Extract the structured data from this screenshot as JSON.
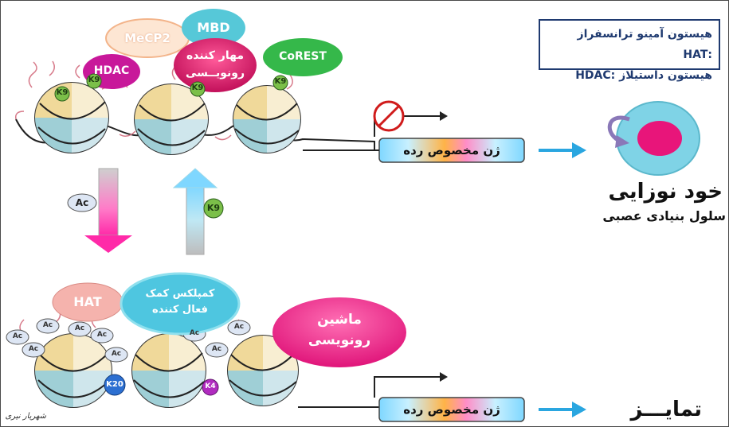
{
  "legend": {
    "hat_line": "هیستون آمینو ترانسفراز :HAT",
    "hdac_line": "هیستون داستیلاز :HDAC"
  },
  "top": {
    "mecp2": "MeCP2",
    "mbd": "MBD",
    "hdac": "HDAC",
    "repressor_1": "مهار کننده",
    "repressor_2": "رونویــسی",
    "corest": "CoREST",
    "k9_tag": "K9",
    "gene_label": "ژن مخصوص رده"
  },
  "middle": {
    "ac_tag": "Ac",
    "k9_tag": "K9"
  },
  "bottom": {
    "hat": "HAT",
    "coactivator_1": "کمپلکس کمک",
    "coactivator_2": "فعال کننده",
    "machine_1": "ماشین",
    "machine_2": "رونویسی",
    "ac_tag": "Ac",
    "k20_tag": "K20",
    "k4_tag": "K4",
    "gene_label": "ژن مخصوص رده"
  },
  "outcomes": {
    "self_renewal_title": "خود نوزایی",
    "self_renewal_sub": "سلول بنیادی عصبی",
    "differentiation": "تمایـــز"
  },
  "signature": "شهریار نیری"
}
